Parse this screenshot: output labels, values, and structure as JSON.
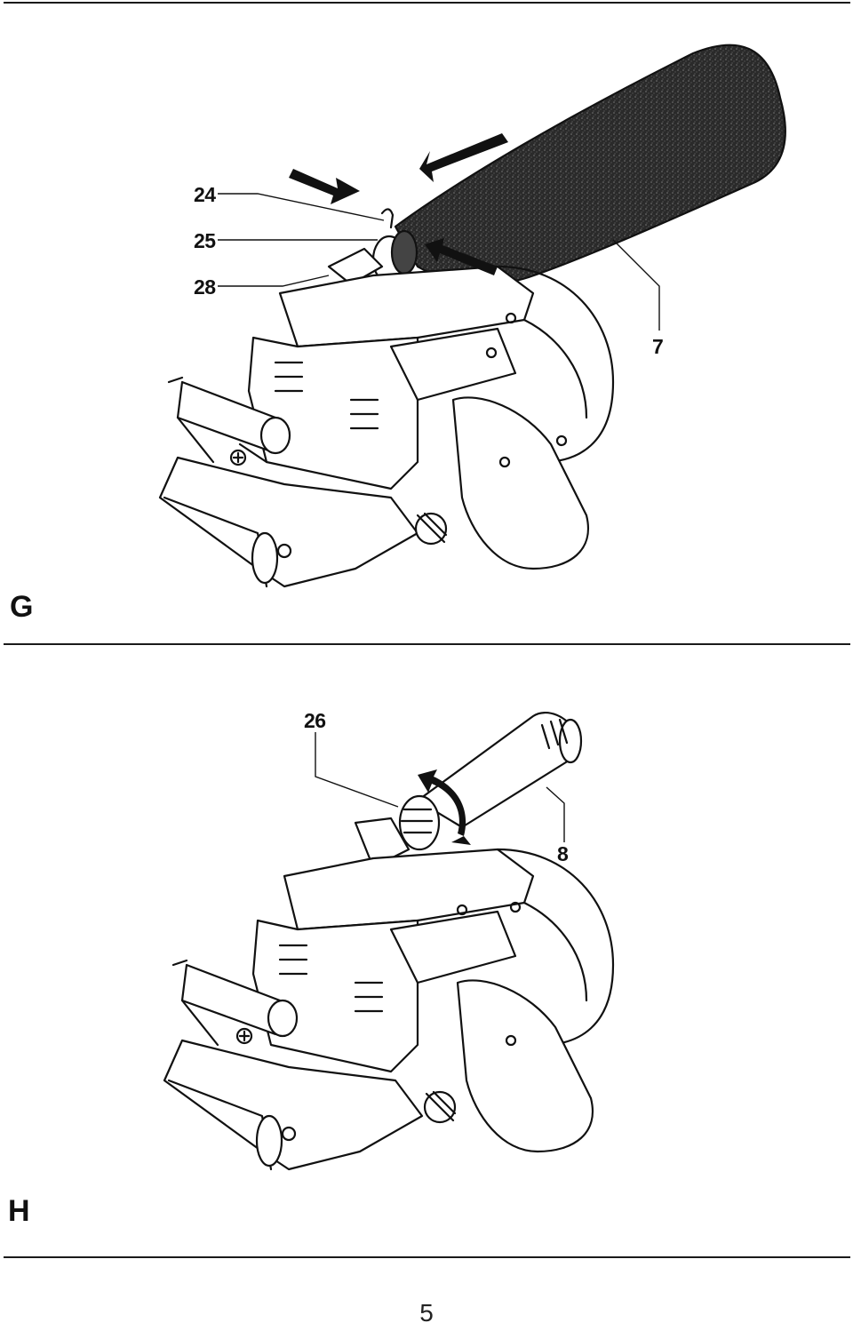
{
  "figure_g": {
    "letter": "G",
    "callouts": {
      "c24": "24",
      "c25": "25",
      "c28": "28",
      "c7": "7"
    }
  },
  "figure_h": {
    "letter": "H",
    "callouts": {
      "c26": "26",
      "c8": "8"
    }
  },
  "page_number": "5"
}
